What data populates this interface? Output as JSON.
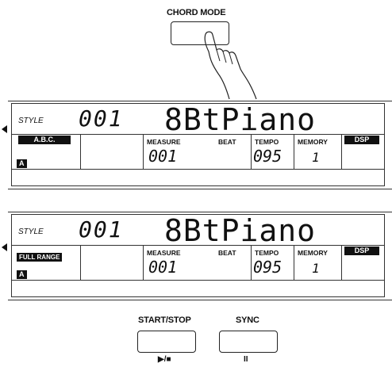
{
  "chord_mode": {
    "label": "CHORD MODE"
  },
  "display_top": {
    "style_label": "STYLE",
    "style_number": "001",
    "style_name": "8BtPiano",
    "mode_tag": "A.B.C.",
    "section_tag": "A",
    "measure_label": "MEASURE",
    "beat_label": "BEAT",
    "measure_value": "001",
    "tempo_label": "TEMPO",
    "tempo_value": "095",
    "memory_label": "MEMORY",
    "memory_value": "1",
    "dsp_tag": "DSP"
  },
  "display_bottom": {
    "style_label": "STYLE",
    "style_number": "001",
    "style_name": "8BtPiano",
    "mode_tag": "FULL RANGE",
    "section_tag": "A",
    "measure_label": "MEASURE",
    "beat_label": "BEAT",
    "measure_value": "001",
    "tempo_label": "TEMPO",
    "tempo_value": "095",
    "memory_label": "MEMORY",
    "memory_value": "1",
    "dsp_tag": "DSP"
  },
  "buttons": {
    "start_stop_label": "START/STOP",
    "start_stop_symbol": "▶/■",
    "sync_label": "SYNC",
    "sync_symbol": "II"
  },
  "icons": [
    "hand-pointer-icon",
    "speaker-indicator-icon"
  ]
}
